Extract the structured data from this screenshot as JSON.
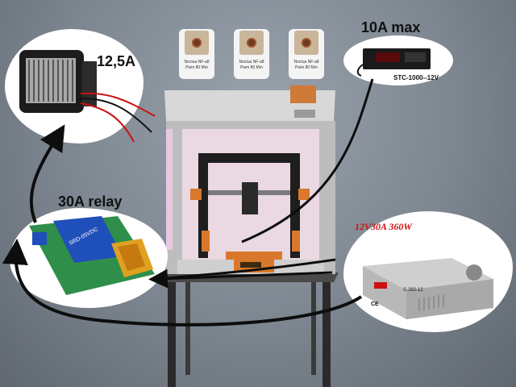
{
  "labels": {
    "heater_current": "12,5A",
    "thermostat_max": "10A max",
    "relay": "30A relay",
    "psu_spec": "12V30A 360W"
  },
  "thermostat": {
    "model": "STC-1000--12V"
  },
  "fans": [
    {
      "line1": "Noctua NF-a8",
      "line2": "Pwm 80 Mm"
    },
    {
      "line1": "Noctua NF-a8",
      "line2": "Pwm 80 Mm"
    },
    {
      "line1": "Noctua NF-a8",
      "line2": "Pwm 80 Mm"
    }
  ],
  "relay_board": {
    "marking": "SRD-05VDC",
    "board_id": "YYR-2"
  },
  "psu": {
    "model": "S-360-12",
    "brand": "CE"
  },
  "colors": {
    "wire": "#0d0d0d",
    "enclosure": "#c8c8c8",
    "enclosure_inner": "#e8d6df",
    "printer_orange": "#d9782c",
    "relay_pcb": "#2f8f4a",
    "relay_coil": "#1f4fb8",
    "relay_terminal": "#e0a020",
    "psu_label": "#cc1111"
  }
}
